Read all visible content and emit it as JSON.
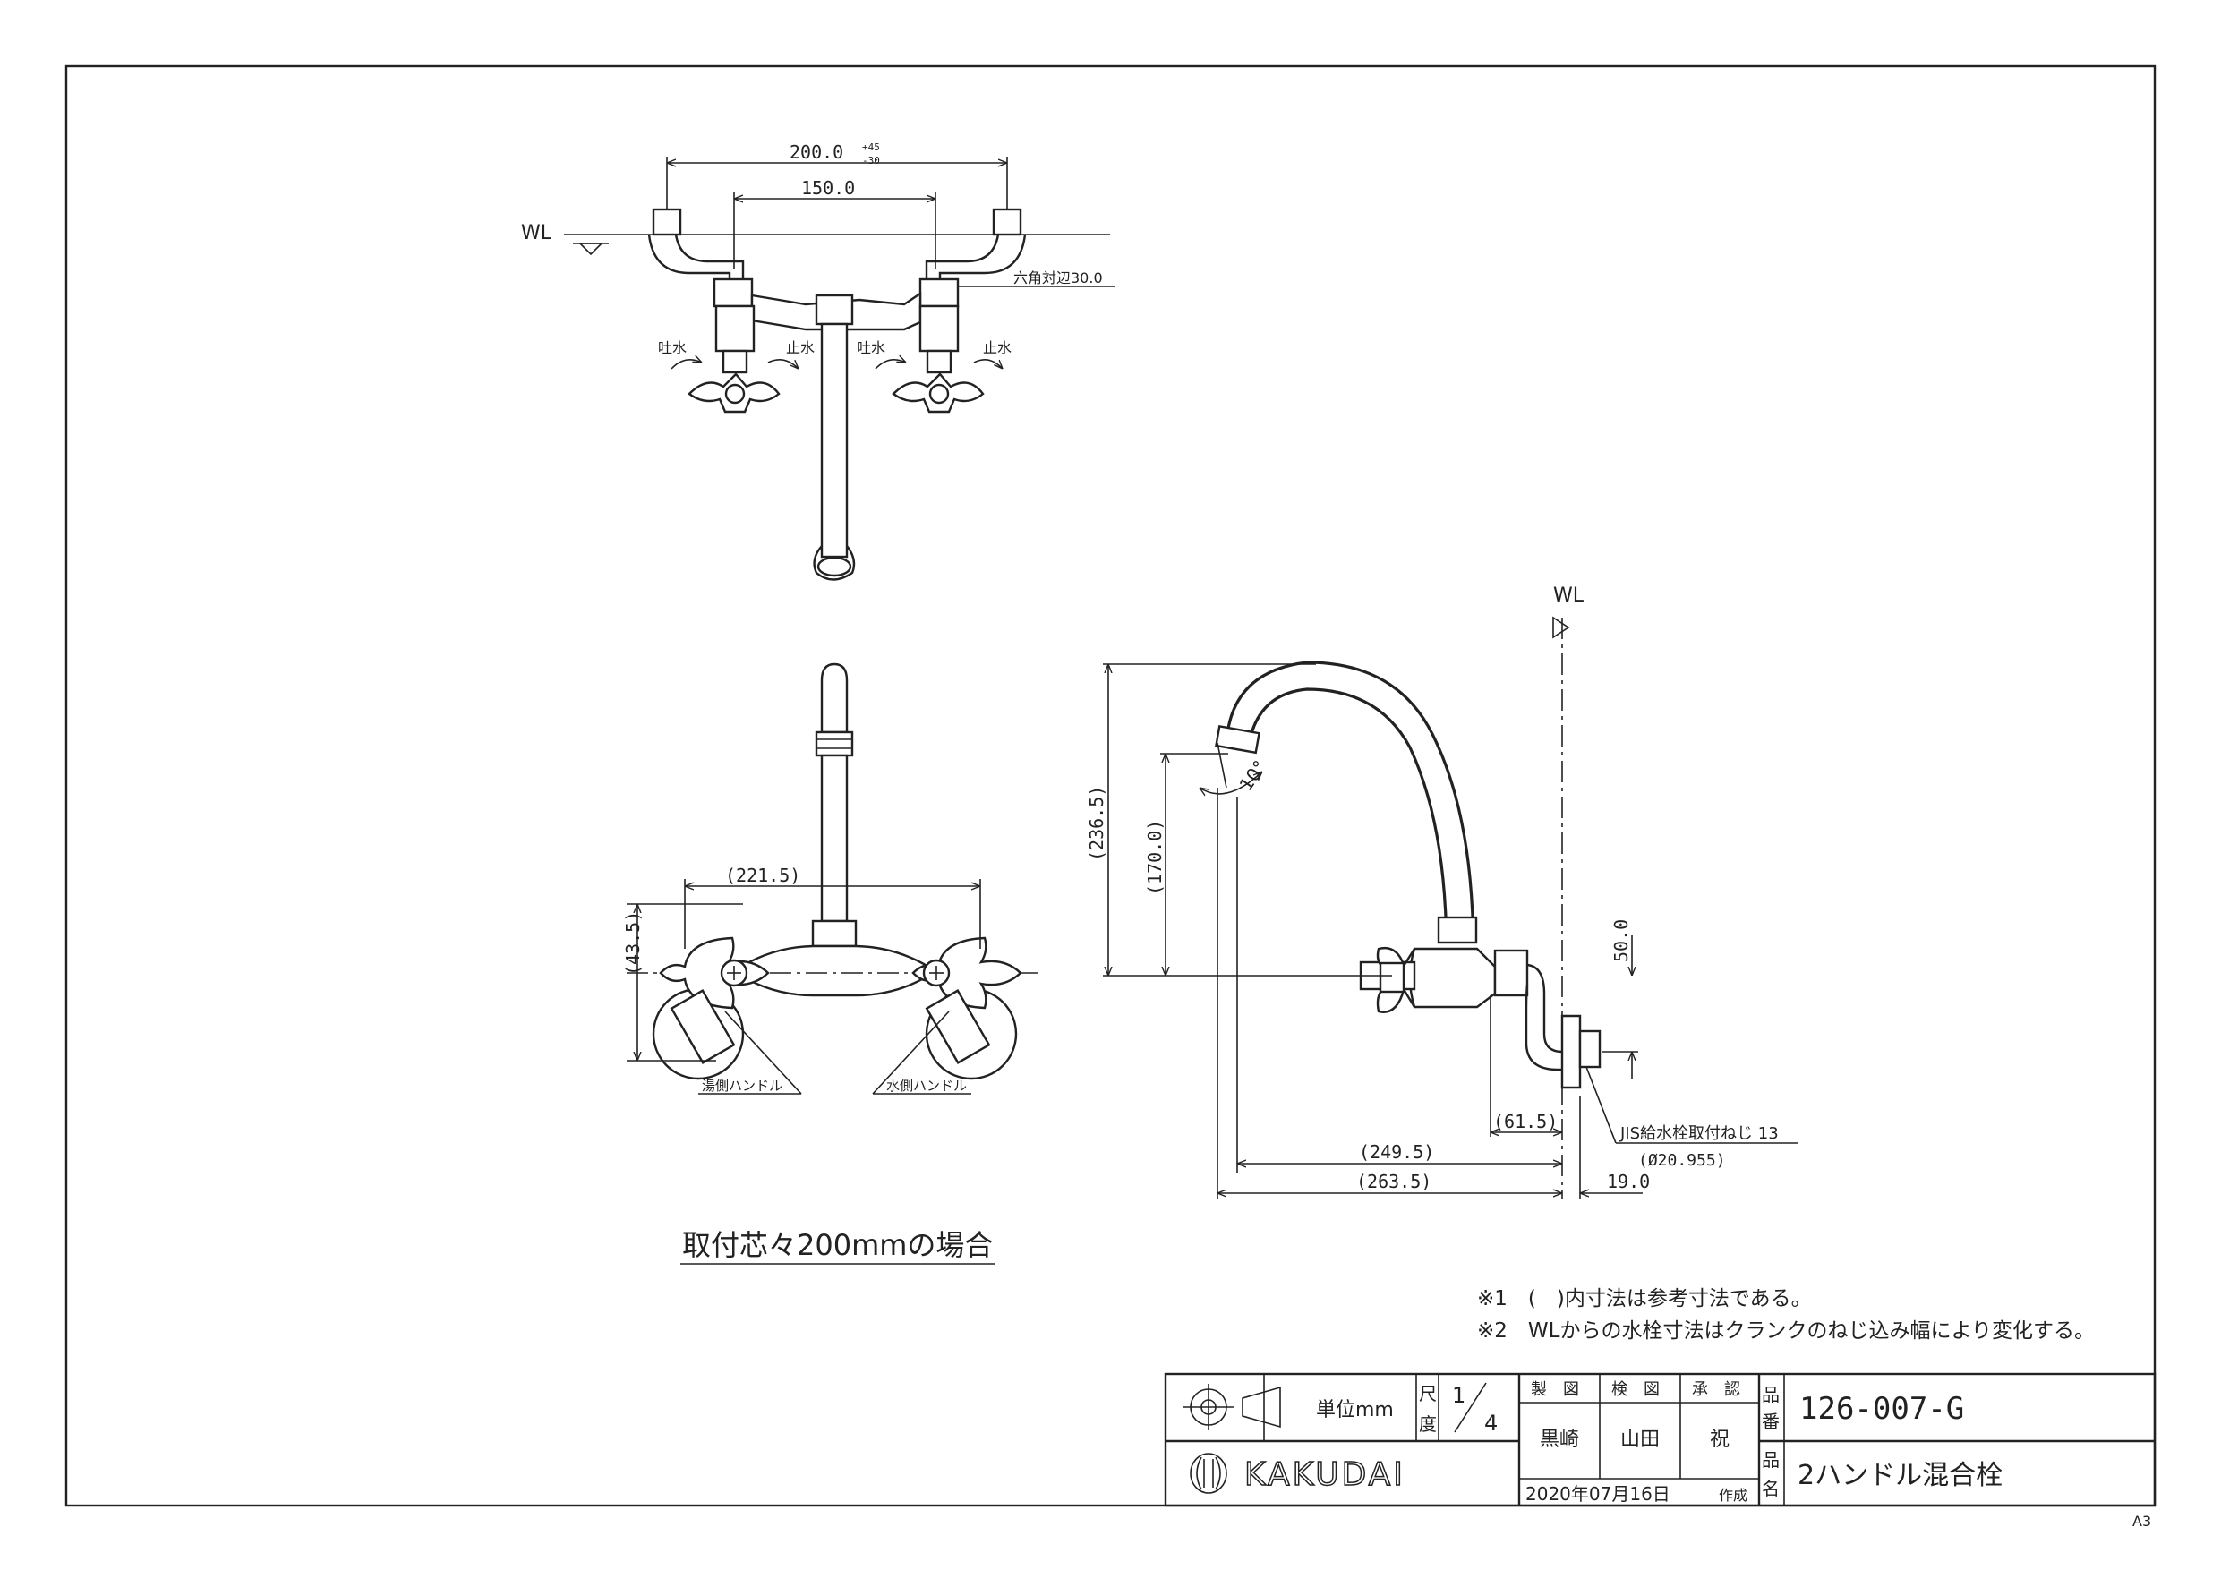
{
  "top_view": {
    "water_level": "WL",
    "dim_total": "200.0",
    "dim_tol_plus": "+45",
    "dim_tol_minus": "-30",
    "dim_center": "150.0",
    "hex_note": "六角対辺30.0",
    "dir_labels": [
      "吐水",
      "止水",
      "吐水",
      "止水"
    ]
  },
  "front_view": {
    "dim_width": "(221.5)",
    "dim_height": "(43.5)",
    "hot_handle": "湯側ハンドル",
    "cold_handle": "水側ハンドル",
    "caption": "取付芯々200mmの場合"
  },
  "side_view": {
    "water_level": "WL",
    "dim_height": "(236.5)",
    "dim_spout": "(170.0)",
    "angle": "10°",
    "dim_offset": "50.0",
    "dim_61": "(61.5)",
    "dim_249": "(249.5)",
    "dim_263": "(263.5)",
    "dim_19": "19.0",
    "thread_note": "JIS給水栓取付ねじ 13",
    "thread_dia": "(Ø20.955)"
  },
  "notes": [
    "※1　(　)内寸法は参考寸法である。",
    "※2　WLからの水栓寸法はクランクのねじ込み幅により変化する。"
  ],
  "title_block": {
    "unit_label": "単位mm",
    "scale_label_1": "尺",
    "scale_label_2": "度",
    "scale_num": "1",
    "scale_den": "4",
    "drawn_by_label": "製　図",
    "checked_by_label": "検　図",
    "approved_by_label": "承　認",
    "drawn_by": "黒崎",
    "checked_by": "山田",
    "approved_by": "祝",
    "part_no_label_1": "品",
    "part_no_label_2": "番",
    "part_no": "126-007-G",
    "part_name_label_1": "品",
    "part_name_label_2": "名",
    "part_name": "2ハンドル混合栓",
    "company": "KAKUDAI",
    "date": "2020年07月16日",
    "date_suffix": "作成"
  },
  "sheet_size": "A3"
}
